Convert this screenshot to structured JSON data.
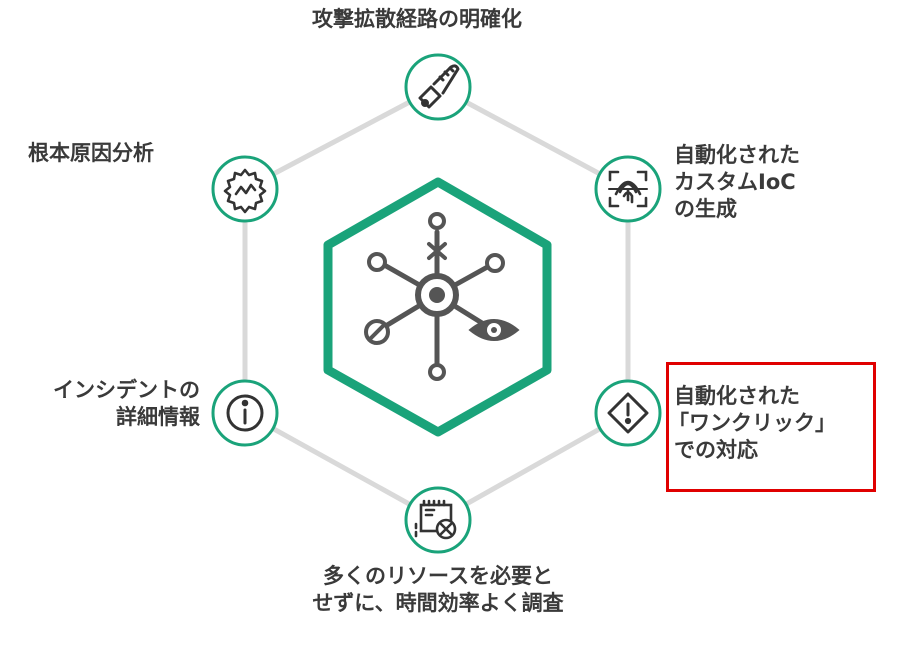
{
  "colors": {
    "accent": "#1aa37a",
    "icon": "#555555",
    "ring": "#d9d9d9",
    "highlight": "#e00000"
  },
  "center": {
    "icon": "network-hub-icon"
  },
  "nodes": [
    {
      "id": "top",
      "icon": "chainsaw-icon",
      "lines": [
        "攻撃拡散経路の明確化"
      ]
    },
    {
      "id": "upper-right",
      "icon": "fingerprint-scan-icon",
      "lines": [
        "自動化された",
        "カスタムIoC",
        "の生成"
      ]
    },
    {
      "id": "lower-right",
      "icon": "warning-diamond-icon",
      "lines": [
        "自動化された",
        "「ワンクリック」",
        "での対応"
      ],
      "highlighted": true
    },
    {
      "id": "bottom",
      "icon": "chip-close-icon",
      "lines": [
        "多くのリソースを必要と",
        "せずに、時間効率よく調査"
      ]
    },
    {
      "id": "lower-left",
      "icon": "info-icon",
      "lines": [
        "インシデントの",
        "詳細情報"
      ]
    },
    {
      "id": "upper-left",
      "icon": "gear-wave-icon",
      "lines": [
        "根本原因分析"
      ]
    }
  ]
}
